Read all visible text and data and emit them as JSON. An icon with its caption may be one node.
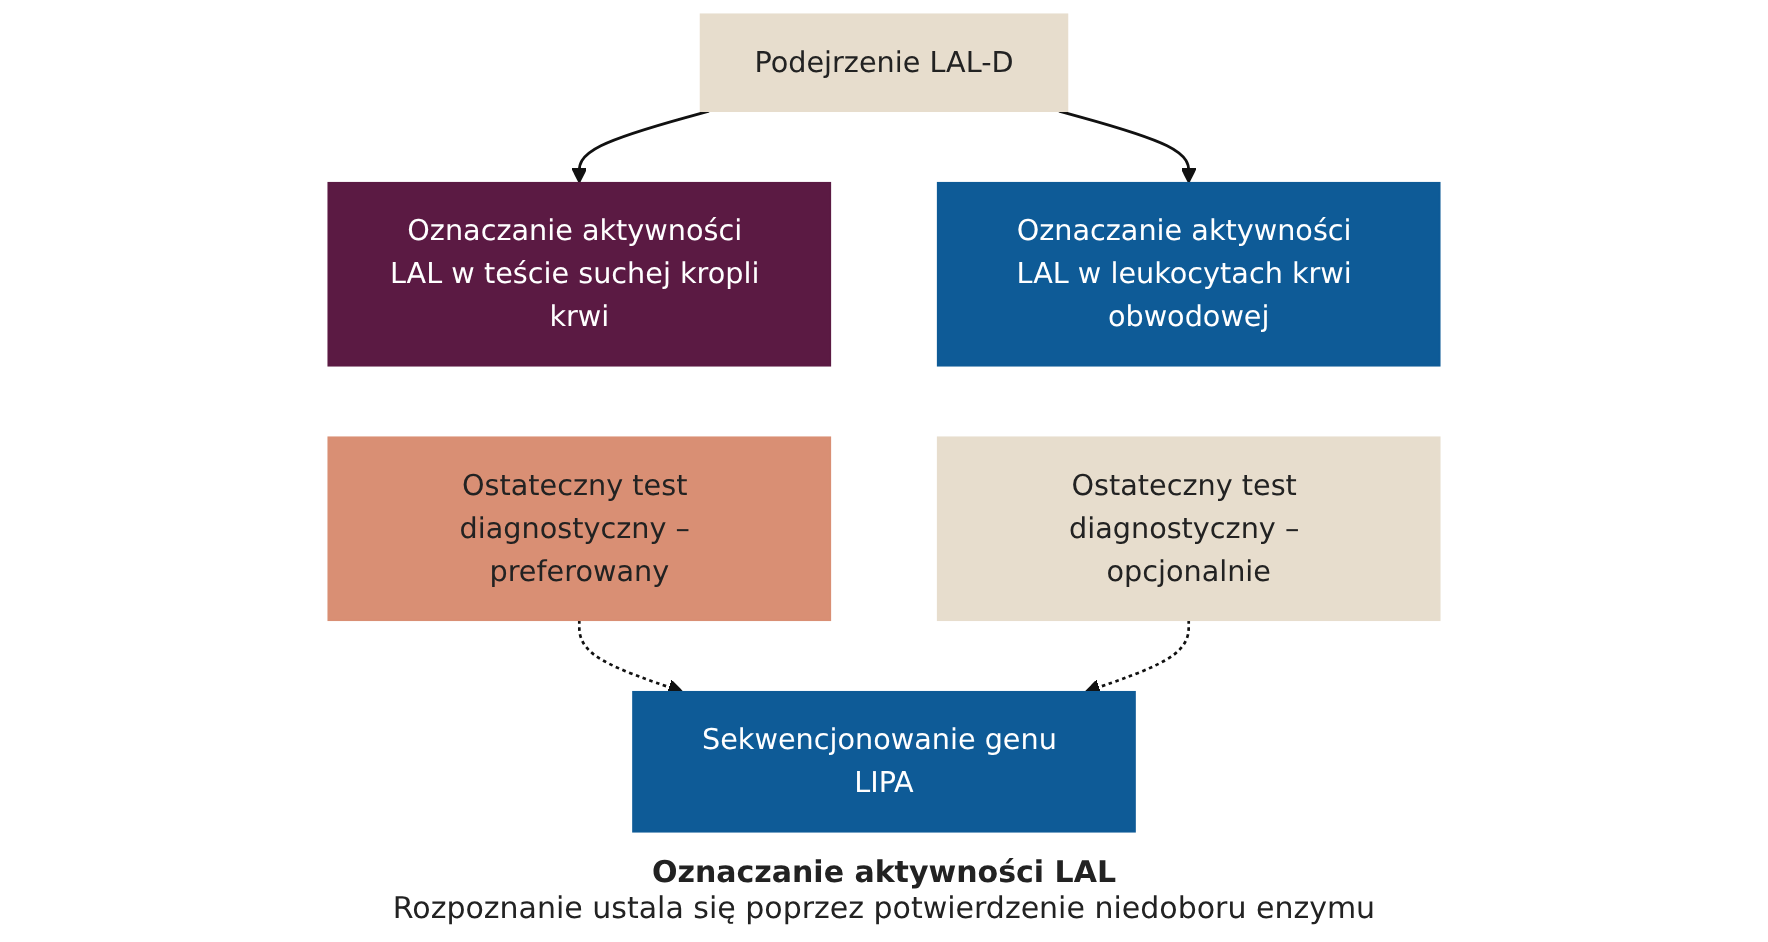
{
  "diagram": {
    "nodes": [
      {
        "text": [
          "Podejrzenie LAL-D"
        ]
      },
      {
        "text": [
          "Oznaczanie aktywności LAL w teście suchej kropli krwi"
        ]
      },
      {
        "text": [
          "Oznaczanie aktywności LAL w leukocytach krwi obwodowej"
        ]
      },
      {
        "text": [
          "Ostateczny test diagnostyczny – preferowany"
        ]
      },
      {
        "text": [
          "Ostateczny test diagnostyczny – opcjonalnie"
        ]
      },
      {
        "text": [
          "Sekwencjonowanie genu LIPA"
        ]
      }
    ],
    "edges": [
      {
        "from": 0,
        "to": 1,
        "arrow": "to"
      },
      {
        "from": 0,
        "to": 2,
        "arrow": "to"
      },
      {
        "from": 3,
        "to": 5,
        "arrow": "to",
        "style": "dashed"
      },
      {
        "from": 4,
        "to": 5,
        "arrow": "to",
        "style": "dashed"
      }
    ],
    "labels": [
      "Oznaczanie aktywności LAL",
      "Rozpoznanie ustala się poprzez potwierdzenie niedoboru enzymu"
    ]
  }
}
